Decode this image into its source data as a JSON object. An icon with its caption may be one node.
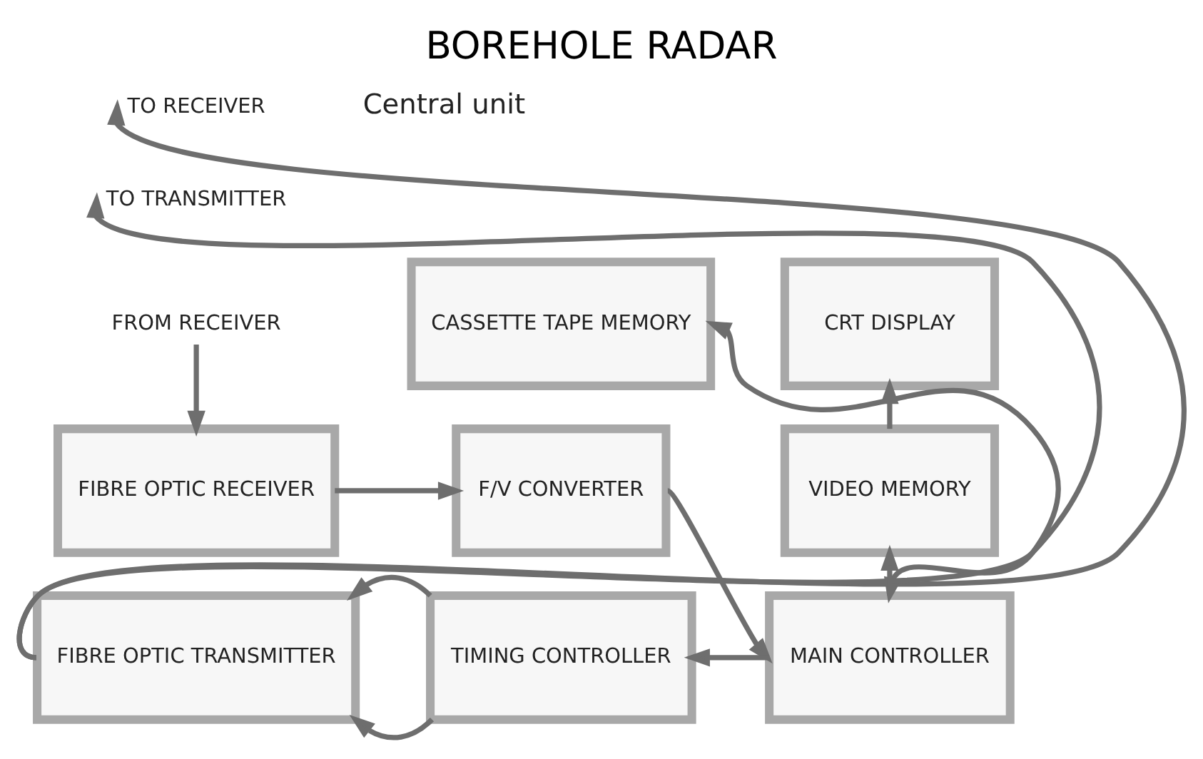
{
  "diagram": {
    "title": "BOREHOLE RADAR",
    "nodes": [
      {
        "text": [
          "TO RECEIVER"
        ]
      },
      {
        "text": [
          "TO TRANSMITTER"
        ]
      },
      {
        "text": [
          "FROM RECEIVER"
        ]
      },
      {
        "text": [
          "CASSETTE TAPE MEMORY"
        ]
      },
      {
        "text": [
          "CRT DISPLAY"
        ]
      },
      {
        "text": [
          "FIBRE OPTIC RECEIVER"
        ]
      },
      {
        "text": [
          "F/V CONVERTER"
        ]
      },
      {
        "text": [
          "VIDEO MEMORY"
        ]
      },
      {
        "text": [
          "FIBRE OPTIC TRANSMITTER"
        ]
      },
      {
        "text": [
          "TIMING CONTROLLER"
        ]
      },
      {
        "text": [
          "MAIN CONTROLLER"
        ]
      }
    ],
    "edges": [
      {
        "from": 2,
        "to": 5,
        "arrow": "to"
      },
      {
        "from": 5,
        "to": 6,
        "arrow": "to"
      },
      {
        "from": 6,
        "to": 10,
        "arrow": "to"
      },
      {
        "from": 3,
        "to": 10,
        "arrow": "both"
      },
      {
        "from": 10,
        "to": 7,
        "arrow": "to"
      },
      {
        "from": 7,
        "to": 4,
        "arrow": "to"
      },
      {
        "from": 10,
        "to": 9,
        "arrow": "to"
      },
      {
        "from": 9,
        "to": 8,
        "arrow": "to"
      },
      {
        "from": 9,
        "to": 8,
        "arrow": "to"
      },
      {
        "from": 8,
        "to": 1,
        "arrow": "to"
      },
      {
        "from": 8,
        "to": 0,
        "arrow": "to"
      }
    ],
    "labels": [
      "Central unit"
    ]
  }
}
